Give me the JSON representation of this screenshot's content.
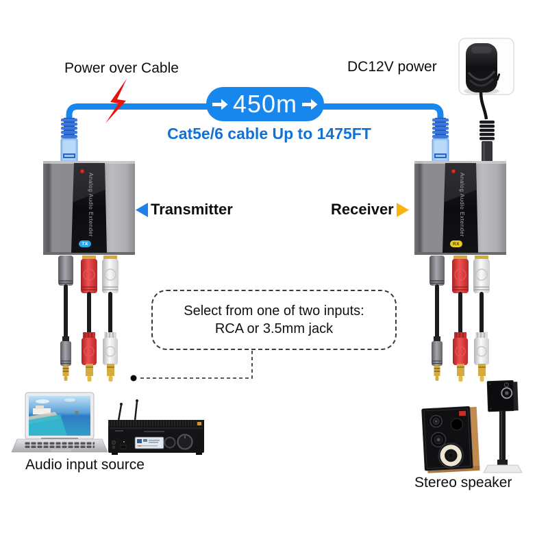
{
  "colors": {
    "cable_blue": "#1787ee",
    "text_blue": "#1371d6",
    "bolt_red": "#e8140c",
    "tx_arrow_blue": "#1e82e8",
    "rx_arrow_yellow": "#f6b40c",
    "tx_badge": "#2aa6e8",
    "rx_badge": "#e8cc28"
  },
  "icons": {
    "lightning": "⚡",
    "pill_arrow": "→",
    "transmitter_pointer": "◀",
    "receiver_pointer": "▶"
  },
  "top": {
    "power_over_cable": "Power over Cable",
    "distance": "450m",
    "cable_spec": "Cat5e/6 cable Up to 1475FT",
    "dc_power": "DC12V power"
  },
  "devices": {
    "transmitter": {
      "label": "Transmitter",
      "panel_text": "Analog Audio Extender",
      "badge": "TX"
    },
    "receiver": {
      "label": "Receiver",
      "panel_text": "Analog Audio Extender",
      "badge": "RX"
    }
  },
  "callout": {
    "line1": "Select from one of two inputs:",
    "line2": "RCA or 3.5mm jack"
  },
  "bottom": {
    "audio_source_label": "Audio input source",
    "speaker_label": "Stereo speaker"
  }
}
